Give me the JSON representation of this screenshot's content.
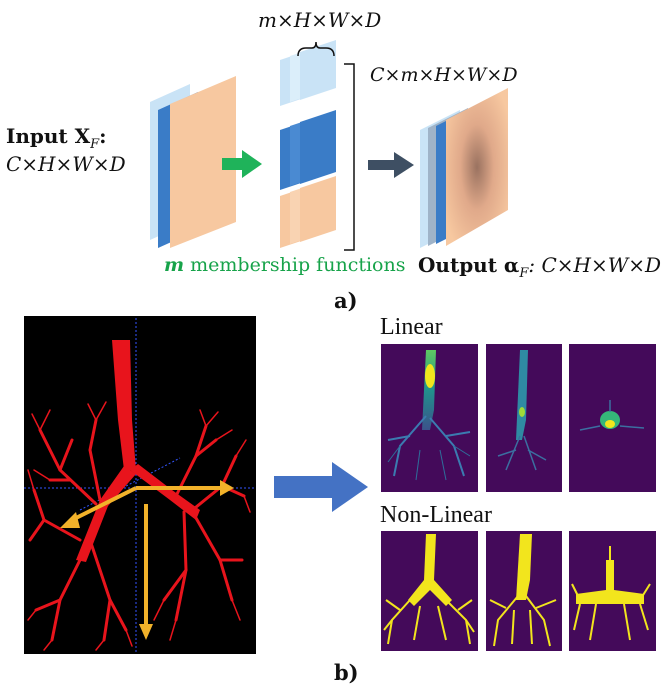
{
  "panel_a": {
    "dims_top": "m×H×W×D",
    "dims_right": "C×m×H×W×D",
    "input_prefix": "Input X",
    "input_sub": "F",
    "input_colon": ":",
    "input_dims": "C×H×W×D",
    "membership_m": "m",
    "membership_text": " membership functions",
    "output_prefix": "Output α",
    "output_sub": "F",
    "output_dims": ": C×H×W×D",
    "label": "a)"
  },
  "panel_b": {
    "linear_label": "Linear",
    "nonlinear_label": "Non-Linear",
    "label": "b)"
  },
  "colors": {
    "light_blue": "#c9e3f6",
    "blue": "#3a7cc7",
    "peach": "#f7c8a0",
    "green_arrow": "#1fb35a",
    "dark_arrow": "#3e4f63",
    "big_arrow": "#4472c4",
    "vessel_red": "#e8141c",
    "yellow_arrow": "#f2b22a",
    "viridis_bg": "#440a5a",
    "yellow": "#f2e51d"
  }
}
